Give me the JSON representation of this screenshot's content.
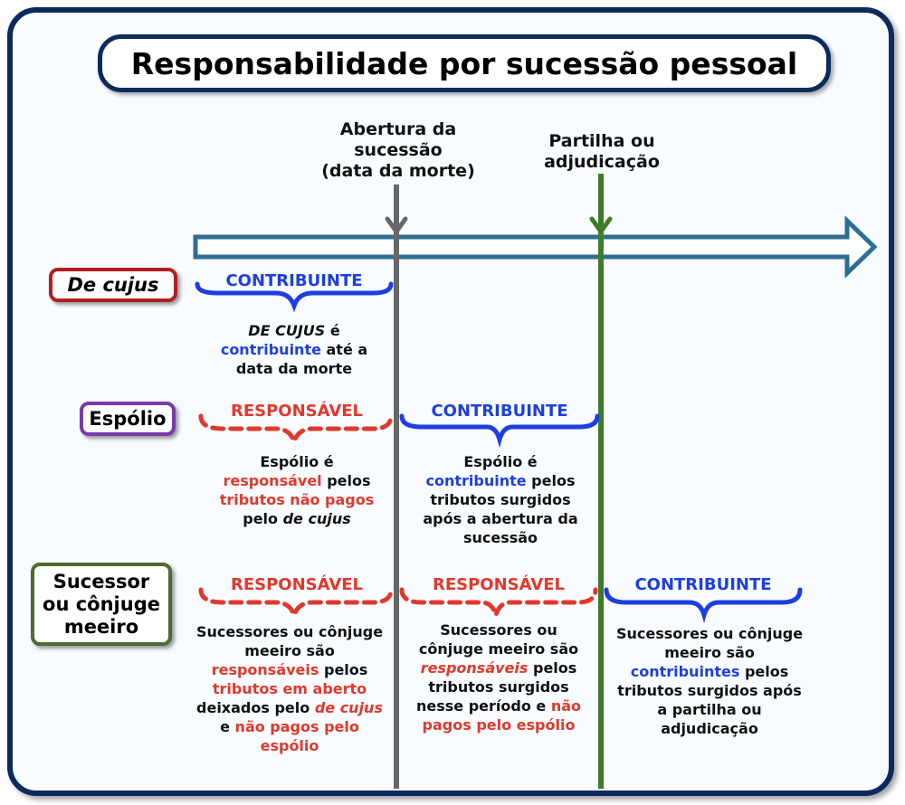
{
  "title": "Responsabilidade por sucessão pessoal",
  "events": {
    "abertura": [
      "Abertura da",
      "sucessão",
      "(data da morte)"
    ],
    "partilha": [
      "Partilha ou",
      "adjudicação"
    ]
  },
  "rows": {
    "de_cujus": {
      "label": "De cujus",
      "brace1": "CONTRIBUINTE",
      "desc1": {
        "a": "DE CUJUS",
        "b": " é",
        "c": "contribuinte",
        "d": " até a",
        "e": "data da morte"
      }
    },
    "espolio": {
      "label": "Espólio",
      "brace1": "RESPONSÁVEL",
      "brace2": "CONTRIBUINTE",
      "desc1": {
        "a": "Espólio é",
        "b": "responsável",
        "c": " pelos",
        "d": "tributos não pagos",
        "e": "pelo ",
        "f": "de cujus"
      },
      "desc2": {
        "a": "Espólio é",
        "b": "contribuinte",
        "c": " pelos",
        "d": "tributos surgidos",
        "e": "após a abertura da",
        "f": "sucessão"
      }
    },
    "sucessor": {
      "label": [
        "Sucessor",
        "ou cônjuge",
        "meeiro"
      ],
      "brace1": "RESPONSÁVEL",
      "brace2": "RESPONSÁVEL",
      "brace3": "CONTRIBUINTE",
      "desc1": {
        "a": "Sucessores ou cônjuge",
        "b": "meeiro são",
        "c": "responsáveis",
        "d": " pelos",
        "e": "tributos em aberto",
        "f": "deixados pelo ",
        "g": "de cujus",
        "h": "e ",
        "i": "não pagos pelo",
        "j": "espólio"
      },
      "desc2": {
        "a": "Sucessores ou",
        "b": "cônjuge meeiro são",
        "c": "responsáveis",
        "d": " pelos",
        "e": "tributos surgidos",
        "f": "nesse período e ",
        "g": "não",
        "h": "pagos pelo espólio"
      },
      "desc3": {
        "a": "Sucessores ou cônjuge",
        "b": "meeiro são",
        "c": "contribuintes",
        "d": " pelos",
        "e": "tributos surgidos após",
        "f": "a partilha ou",
        "g": "adjudicação"
      }
    }
  }
}
